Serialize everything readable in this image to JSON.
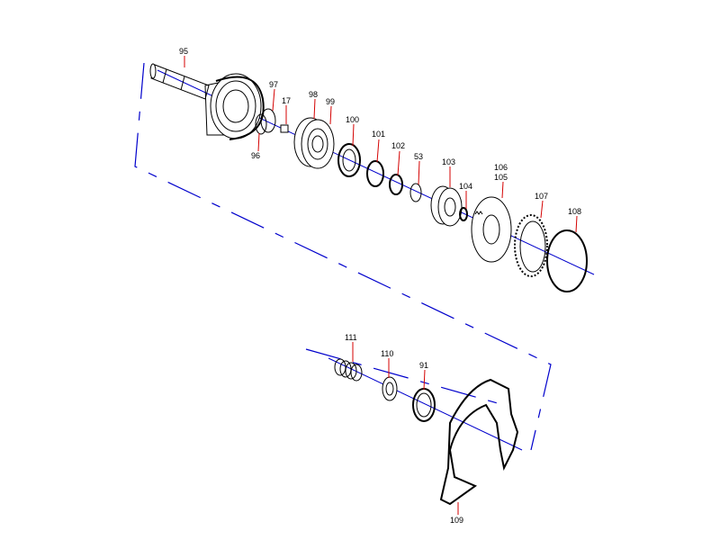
{
  "colors": {
    "axis": "#0000cc",
    "leader": "#d40000",
    "ink": "#000000"
  },
  "parts": [
    {
      "key": "p95",
      "label": "95"
    },
    {
      "key": "p97",
      "label": "97"
    },
    {
      "key": "p17",
      "label": "17"
    },
    {
      "key": "p96",
      "label": "96"
    },
    {
      "key": "p98",
      "label": "98"
    },
    {
      "key": "p99",
      "label": "99"
    },
    {
      "key": "p100",
      "label": "100"
    },
    {
      "key": "p101",
      "label": "101"
    },
    {
      "key": "p102",
      "label": "102"
    },
    {
      "key": "p53",
      "label": "53"
    },
    {
      "key": "p103",
      "label": "103"
    },
    {
      "key": "p104",
      "label": "104"
    },
    {
      "key": "p106",
      "label": "106"
    },
    {
      "key": "p105",
      "label": "105"
    },
    {
      "key": "p107",
      "label": "107"
    },
    {
      "key": "p108",
      "label": "108"
    },
    {
      "key": "p111",
      "label": "111"
    },
    {
      "key": "p110",
      "label": "110"
    },
    {
      "key": "p91",
      "label": "91"
    },
    {
      "key": "p109",
      "label": "109"
    }
  ]
}
